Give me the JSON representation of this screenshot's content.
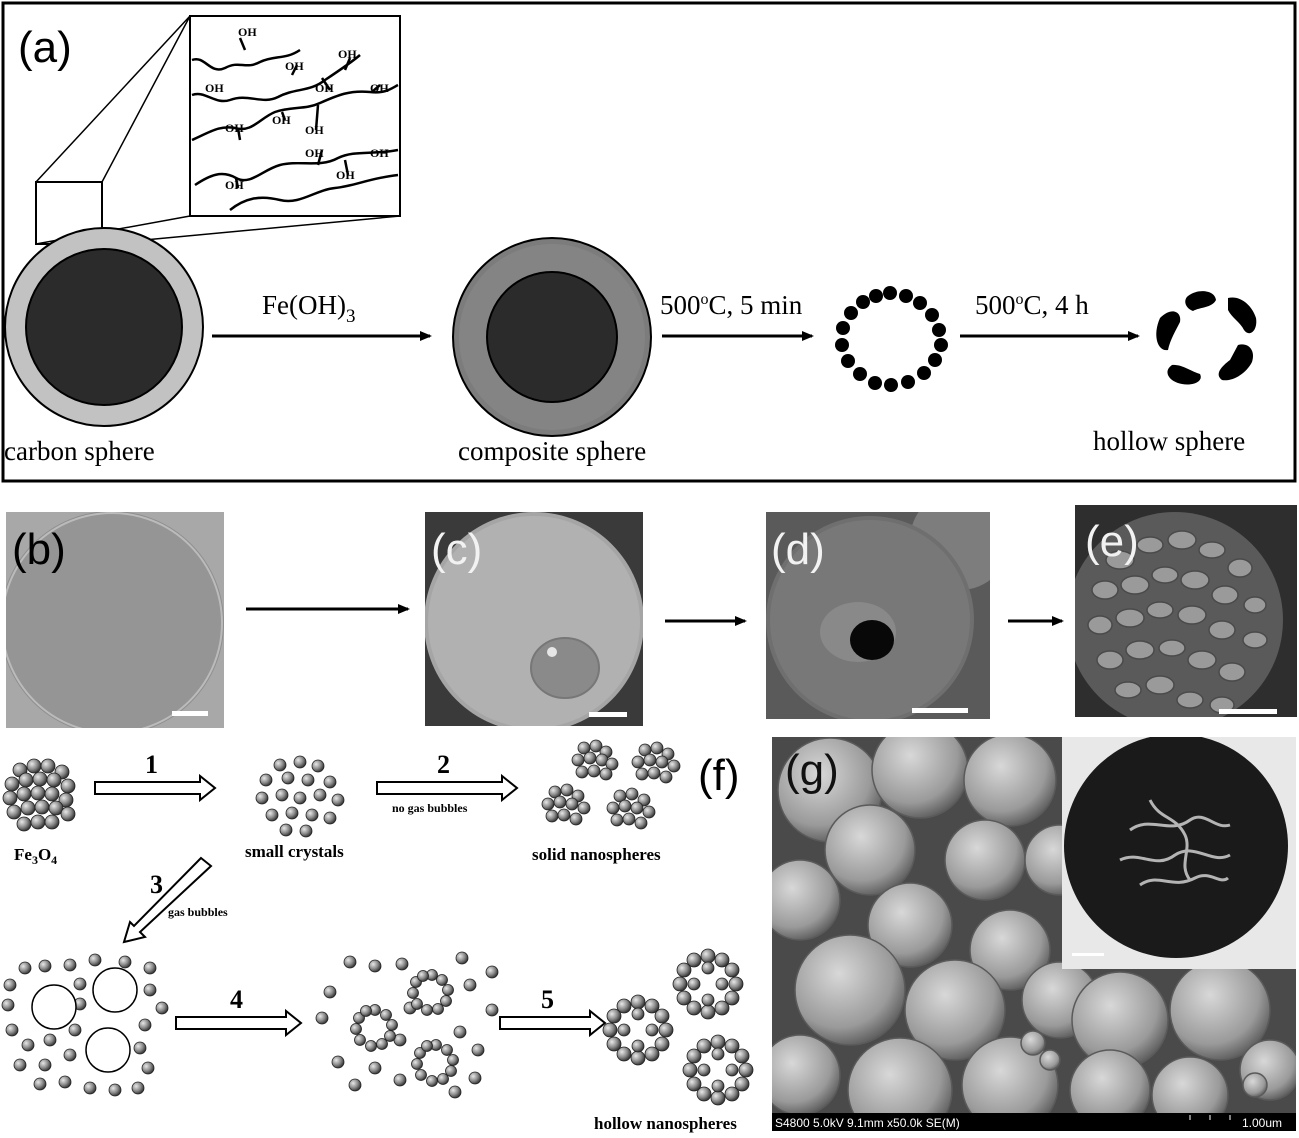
{
  "panel_a": {
    "letter": "(a)",
    "oh_label": "OH",
    "carbon_label": "carbon sphere",
    "reagent": "Fe(OH)",
    "reagent_sub": "3",
    "composite_label": "composite sphere",
    "step1_temp": "500",
    "step1_deg": "o",
    "step1_rest": "C, 5 min",
    "step2_temp": "500",
    "step2_deg": "o",
    "step2_rest": "C, 4 h",
    "hollow_label": "hollow  sphere"
  },
  "sem_panels": {
    "b": "(b)",
    "c": "(c)",
    "d": "(d)",
    "e": "(e)"
  },
  "panel_f": {
    "letter": "(f)",
    "fe3o4_main": "Fe",
    "fe3o4_sub1": "3",
    "fe3o4_mid": "O",
    "fe3o4_sub2": "4",
    "step1": "1",
    "small_crystals": "small crystals",
    "step2": "2",
    "no_gas": "no gas bubbles",
    "solid": "solid nanospheres",
    "step3": "3",
    "gas": "gas bubbles",
    "step4": "4",
    "step5": "5",
    "hollow": "hollow nanospheres"
  },
  "panel_g": {
    "letter": "(g)",
    "sem_info": "S4800 5.0kV 9.1mm x50.0k SE(M)",
    "scale": "1.00um"
  }
}
